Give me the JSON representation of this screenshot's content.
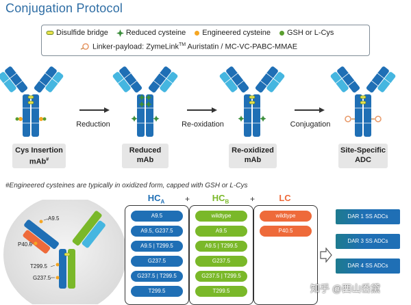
{
  "title": "Conjugation Protocol",
  "legend": {
    "row1": [
      {
        "icon": "disulfide-bridge-icon",
        "label": "Disulfide bridge"
      },
      {
        "icon": "reduced-cysteine-icon",
        "label": "Reduced cysteine"
      },
      {
        "icon": "engineered-cysteine-icon",
        "label": "Engineered cysteine"
      },
      {
        "icon": "gsh-icon",
        "label": "GSH or L-Cys"
      }
    ],
    "row2_prefix": "Linker-payload: ZymeLink",
    "row2_tm": "TM",
    "row2_suffix": " Auristatin / MC-VC-PABC-MMAE"
  },
  "steps": {
    "reduction": "Reduction",
    "reoxidation": "Re-oxidation",
    "conjugation": "Conjugation"
  },
  "stages": [
    {
      "line1": "Cys Insertion",
      "line2": "mAb",
      "sup": "#"
    },
    {
      "line1": "Reduced",
      "line2": "mAb",
      "sup": ""
    },
    {
      "line1": "Re-oxidized",
      "line2": "mAb",
      "sup": ""
    },
    {
      "line1": "Site-Specific",
      "line2": "ADC",
      "sup": ""
    }
  ],
  "footnote": "#Engineered cysteines are typically in oxidized form, capped with GSH or L-Cys",
  "antibody_labels": [
    "A9.5",
    "P40.5",
    "T299.5",
    "G237.5"
  ],
  "columns": {
    "hca": {
      "main": "HC",
      "sub": "A",
      "color": "#1f6fb5",
      "items": [
        "A9.5",
        "A9.5, G237.5",
        "A9.5 | T299.5",
        "G237.5",
        "G237.5 | T299.5",
        "T299.5"
      ]
    },
    "hcb": {
      "main": "HC",
      "sub": "B",
      "color": "#7ab829",
      "items": [
        "wildtype",
        "A9.5",
        "A9.5 | T299.5",
        "G237.5",
        "G237.5 | T299.5",
        "T299.5"
      ]
    },
    "lc": {
      "main": "LC",
      "sub": "",
      "color": "#ee6a3a",
      "items": [
        "wildtype",
        "P40.5"
      ]
    }
  },
  "plus": "+",
  "dar": [
    "DAR 1 SS ADCs",
    "DAR 3 SS ADCs",
    "DAR 4 SS ADCs"
  ],
  "watermark": "知乎 @西山岙黛",
  "colors": {
    "heavy": "#1f6fb5",
    "light": "#45b6e0",
    "hcb": "#7ab829",
    "lc": "#ee6a3a",
    "engineered": "#f5a623",
    "gsh": "#5a9e2f"
  }
}
